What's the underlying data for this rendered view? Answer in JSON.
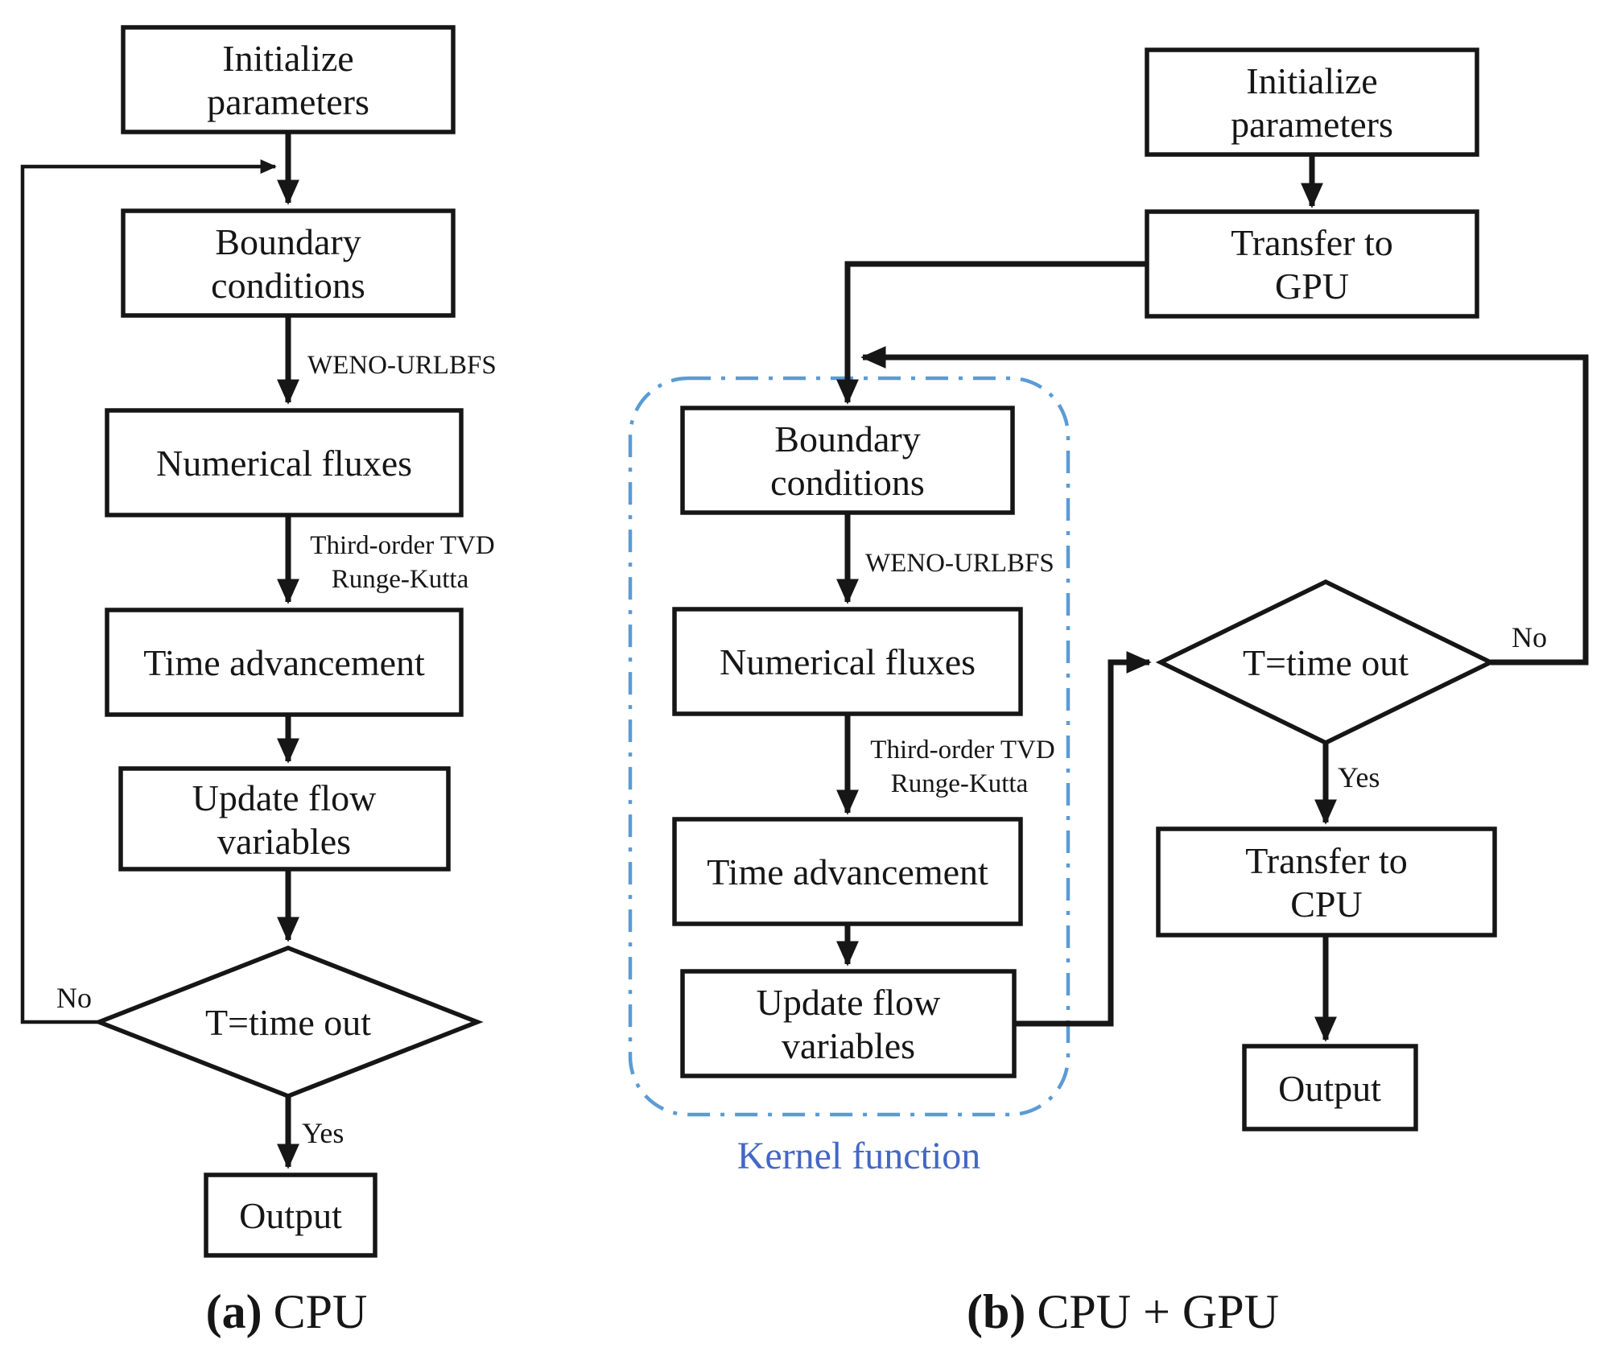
{
  "figure": {
    "background": "#ffffff",
    "ink_color": "#161616",
    "kernel_border_color": "#5b9bd5",
    "kernel_label_color": "#4467c4"
  },
  "chart_a": {
    "caption_tag": "(a)",
    "caption_title": "CPU",
    "nodes": {
      "init": {
        "lines": [
          "Initialize",
          "parameters"
        ]
      },
      "boundary": {
        "lines": [
          "Boundary",
          "conditions"
        ]
      },
      "fluxes": {
        "label": "Numerical fluxes"
      },
      "time": {
        "label": "Time advancement"
      },
      "update": {
        "lines": [
          "Update flow",
          "variables"
        ]
      },
      "decision": {
        "label": "T=time out"
      },
      "output": {
        "label": "Output"
      }
    },
    "edge_labels": {
      "weno": "WENO-URLBFS",
      "tvd_line1": "Third-order TVD",
      "tvd_line2": "Runge-Kutta",
      "yes": "Yes",
      "no": "No"
    }
  },
  "chart_b": {
    "caption_tag": "(b)",
    "caption_title": "CPU + GPU",
    "kernel_region_label": "Kernel function",
    "nodes": {
      "init": {
        "lines": [
          "Initialize",
          "parameters"
        ]
      },
      "transfer_gpu": {
        "lines": [
          "Transfer to",
          "GPU"
        ]
      },
      "boundary": {
        "lines": [
          "Boundary",
          "conditions"
        ]
      },
      "fluxes": {
        "label": "Numerical fluxes"
      },
      "time": {
        "label": "Time advancement"
      },
      "update": {
        "lines": [
          "Update flow",
          "variables"
        ]
      },
      "decision": {
        "label": "T=time out"
      },
      "transfer_cpu": {
        "lines": [
          "Transfer to",
          "CPU"
        ]
      },
      "output": {
        "label": "Output"
      }
    },
    "edge_labels": {
      "weno": "WENO-URLBFS",
      "tvd_line1": "Third-order TVD",
      "tvd_line2": "Runge-Kutta",
      "yes": "Yes",
      "no": "No"
    }
  }
}
